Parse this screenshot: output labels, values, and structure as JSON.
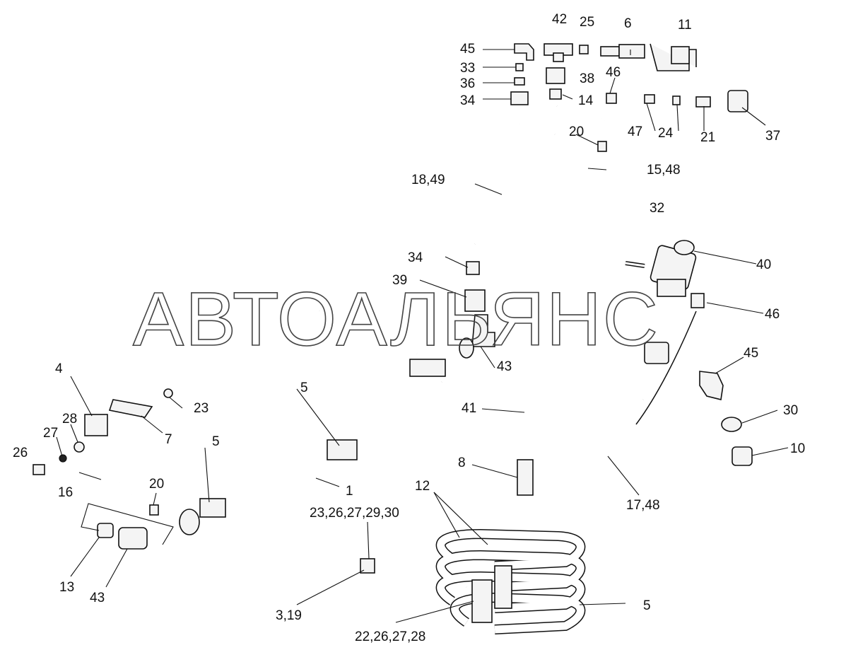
{
  "watermark": "АВТОАЛЬЯНС",
  "labels": {
    "l42": "42",
    "l25": "25",
    "l6": "6",
    "l11": "11",
    "l45a": "45",
    "l33": "33",
    "l36": "36",
    "l34a": "34",
    "l38": "38",
    "l46a": "46",
    "l14": "14",
    "l20a": "20",
    "l47": "47",
    "l24": "24",
    "l21": "21",
    "l37": "37",
    "l15_48": "15,48",
    "l18_49": "18,49",
    "l32": "32",
    "l40": "40",
    "l34b": "34",
    "l39": "39",
    "l46b": "46",
    "l43a": "43",
    "l45b": "45",
    "l30": "30",
    "l10": "10",
    "l41": "41",
    "l4": "4",
    "l23": "23",
    "l7": "7",
    "l5a": "5",
    "l5b": "5",
    "l28": "28",
    "l27": "27",
    "l26": "26",
    "l16": "16",
    "l20b": "20",
    "l1": "1",
    "l8": "8",
    "l12": "12",
    "l17_48": "17,48",
    "l23_30": "23,26,27,29,30",
    "l13": "13",
    "l43b": "43",
    "l3_19": "3,19",
    "l5c": "5",
    "l22_28": "22,26,27,28"
  }
}
